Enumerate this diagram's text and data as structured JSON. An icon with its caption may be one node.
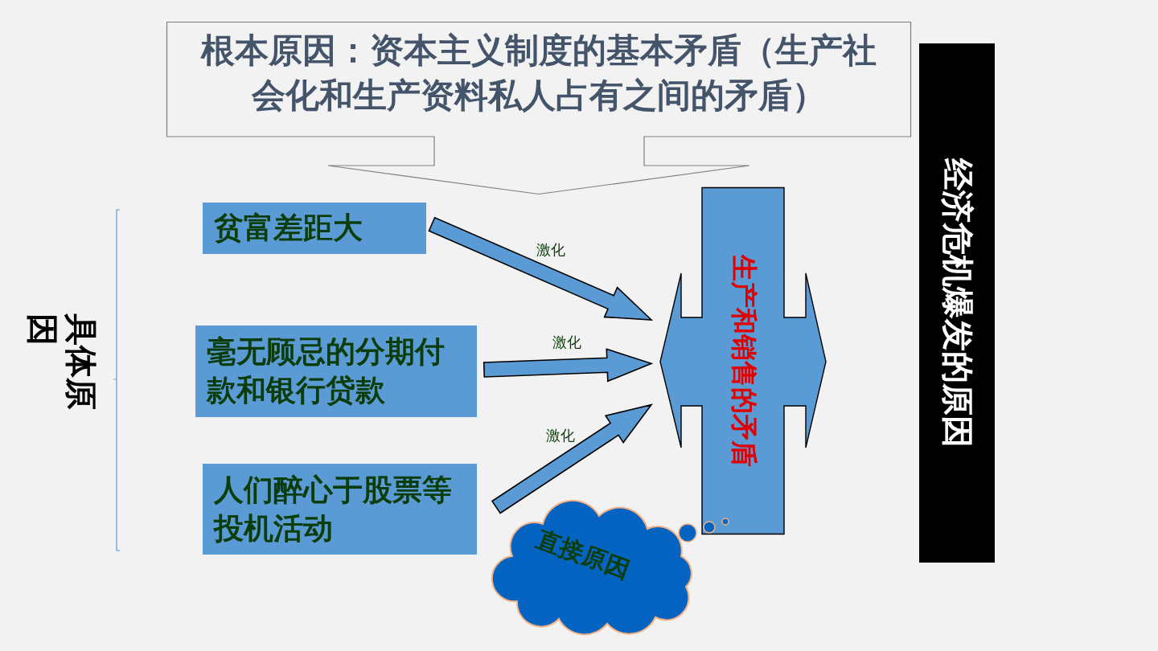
{
  "diagram": {
    "nodes": [
      {
        "text": [
          "根本原因：资本主义制度的基本矛盾（生产社会化和生产资料私人占有之间的矛盾）"
        ]
      },
      {
        "text": [
          "贫富差距大"
        ]
      },
      {
        "text": [
          "毫无顾忌的分期付款和银行贷款"
        ]
      },
      {
        "text": [
          "人们醉心于股票等投机活动"
        ]
      },
      {
        "text": [
          "生产和销售的矛盾"
        ]
      },
      {
        "text": [
          "直接原因"
        ]
      },
      {
        "text": [
          "经济危机爆发的原因"
        ]
      }
    ],
    "edges": [
      {
        "from": 1,
        "to": 4,
        "arrow": "to",
        "label": "激化"
      },
      {
        "from": 2,
        "to": 4,
        "arrow": "to",
        "label": "激化"
      },
      {
        "from": 3,
        "to": 4,
        "arrow": "to",
        "label": "激化"
      }
    ],
    "labels": [
      "具体原因"
    ]
  }
}
